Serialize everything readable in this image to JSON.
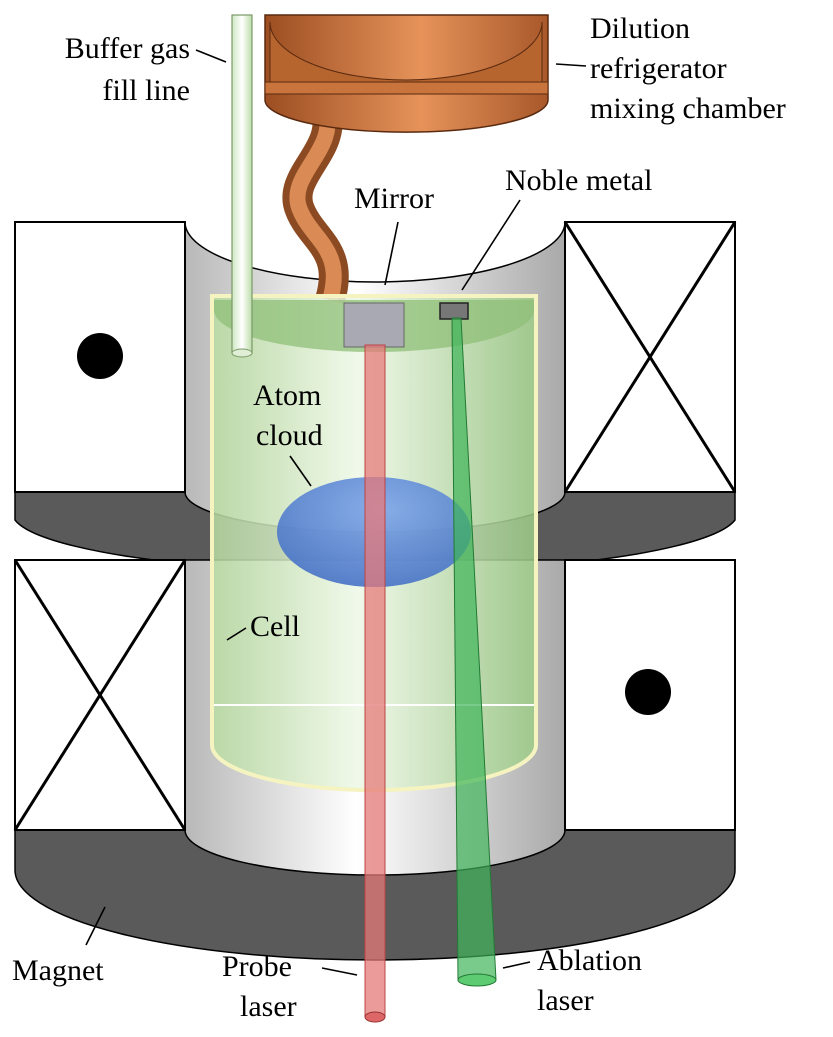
{
  "labels": {
    "buffer_gas": [
      "Buffer gas",
      "fill line"
    ],
    "dilution": [
      "Dilution",
      "refrigerator",
      "mixing chamber"
    ],
    "mirror": "Mirror",
    "noble_metal": "Noble metal",
    "atom_cloud": [
      "Atom",
      "cloud"
    ],
    "cell": "Cell",
    "magnet": "Magnet",
    "probe_laser": [
      "Probe",
      "laser"
    ],
    "ablation_laser": [
      "Ablation",
      "laser"
    ]
  },
  "colors": {
    "copper": "#c8743c",
    "cell_green": "#cde9b8",
    "atom_cloud": "#4f7fd0",
    "probe_beam": "#e57a7a",
    "ablation_beam": "#3fb55a",
    "magnet_shadow": "#5a5a5a",
    "bore_gray": "#cfcfcf"
  }
}
